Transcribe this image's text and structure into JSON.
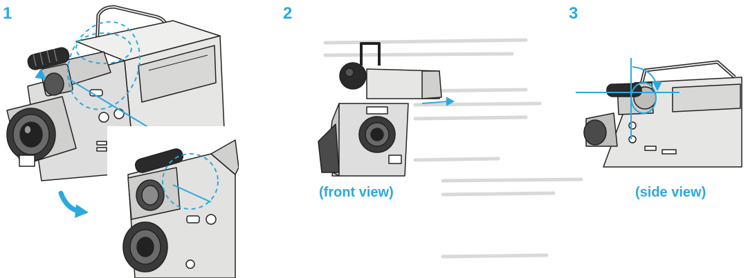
{
  "steps": [
    {
      "number": "1",
      "caption": ""
    },
    {
      "number": "2",
      "caption": "(front view)"
    },
    {
      "number": "3",
      "caption": "(side view)"
    }
  ],
  "colors": {
    "accent": "#2aa9df",
    "ink": "#222222",
    "body": "#e6e6e4",
    "shadow": "#b8b8b6"
  }
}
